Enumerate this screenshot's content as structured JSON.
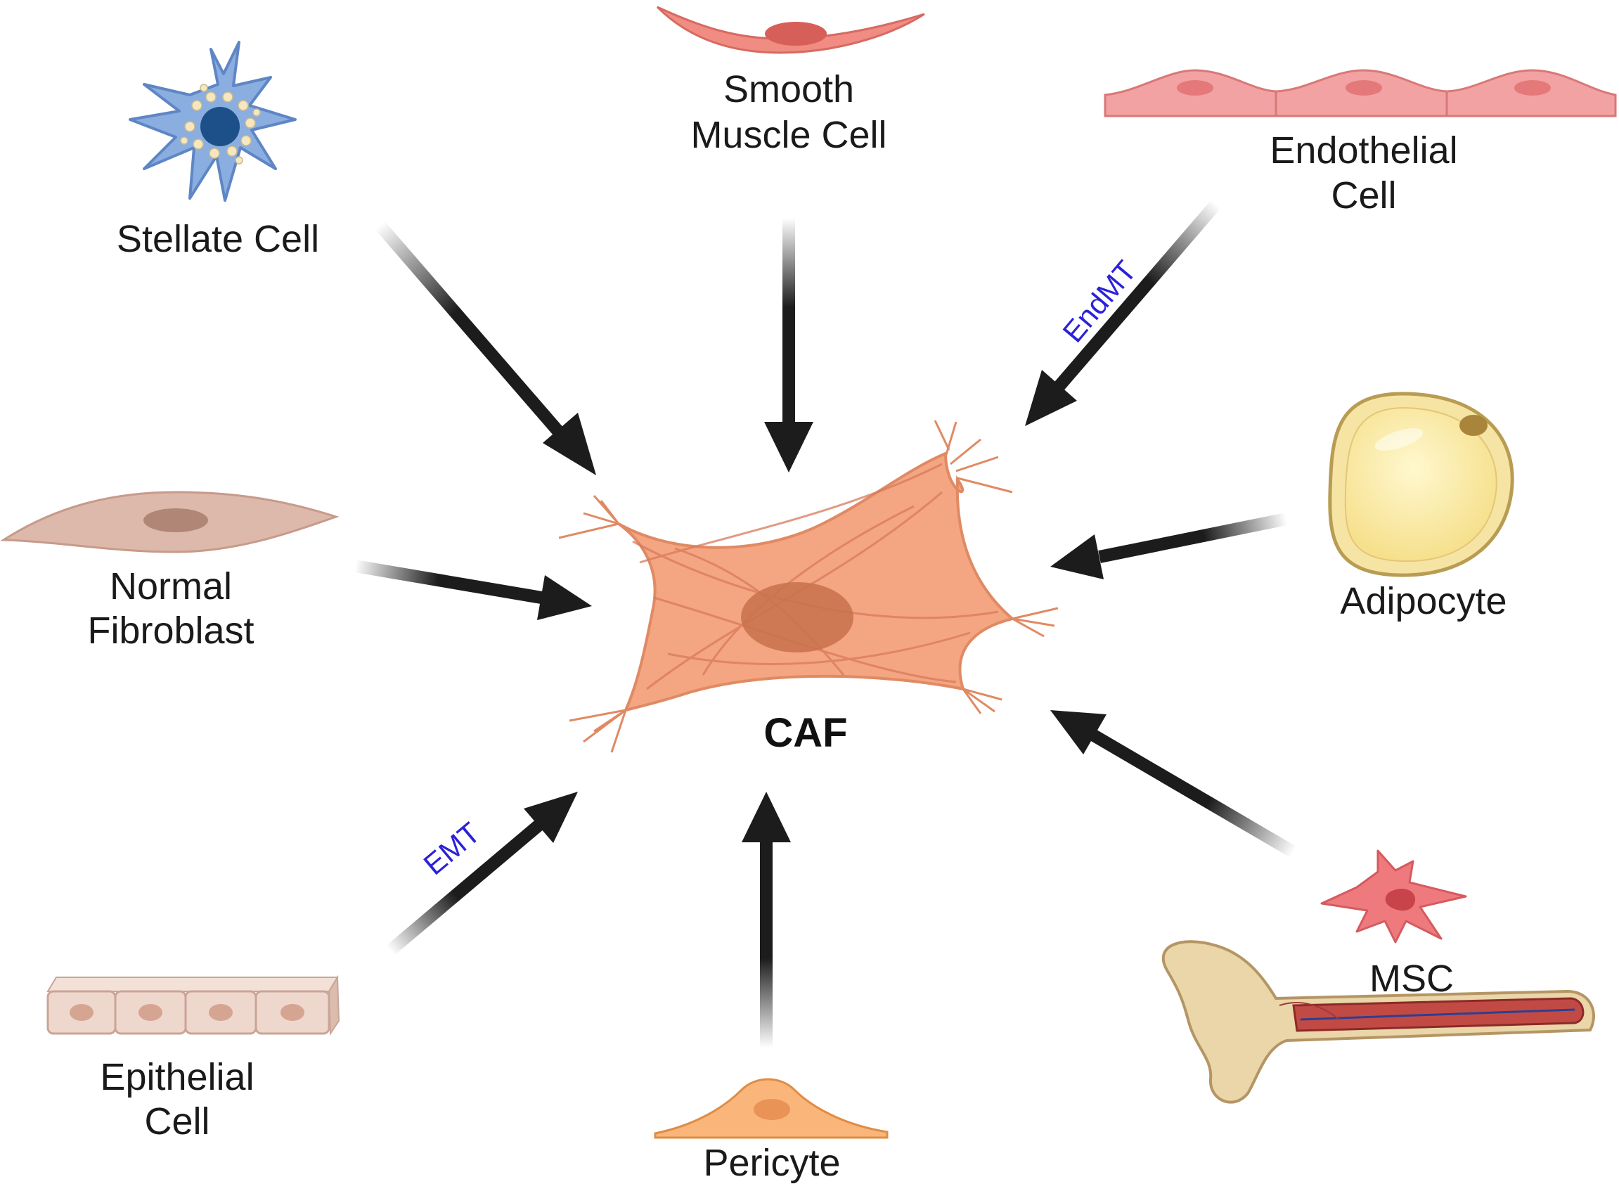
{
  "center": {
    "label": "CAF"
  },
  "sources": {
    "stellate": {
      "label": "Stellate Cell"
    },
    "smooth_muscle": {
      "label_line1": "Smooth",
      "label_line2": "Muscle Cell"
    },
    "endothelial": {
      "label_line1": "Endothelial",
      "label_line2": "Cell",
      "process": "EndMT"
    },
    "normal_fibroblast": {
      "label_line1": "Normal",
      "label_line2": "Fibroblast"
    },
    "adipocyte": {
      "label": "Adipocyte"
    },
    "epithelial": {
      "label_line1": "Epithelial",
      "label_line2": "Cell",
      "process": "EMT"
    },
    "pericyte": {
      "label": "Pericyte"
    },
    "msc": {
      "label": "MSC"
    }
  },
  "colors": {
    "arrow": "#1c1c1c",
    "process_text": "#2b21d9",
    "caf_body": "#f4a582",
    "caf_nucleus": "#c8714c",
    "stellate": "#8aaee0",
    "smooth_muscle": "#f08c82",
    "endothelial": "#f2a2a2",
    "fibroblast": "#ddb9ab",
    "adipocyte": "#fbeeac",
    "epithelial": "#eed7cd",
    "pericyte": "#f9b57a",
    "msc": "#ee7a7e",
    "bone": "#ead6a8"
  }
}
